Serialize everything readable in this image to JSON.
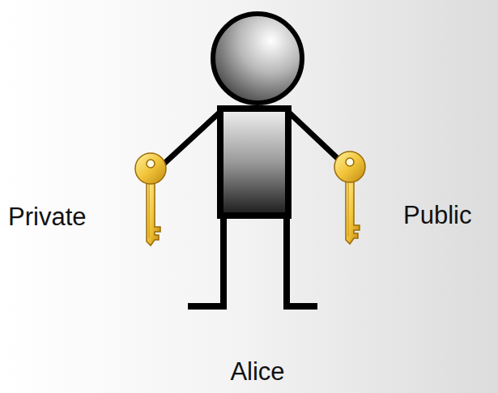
{
  "diagram": {
    "labels": [
      "Private",
      "Public",
      "Alice"
    ]
  }
}
